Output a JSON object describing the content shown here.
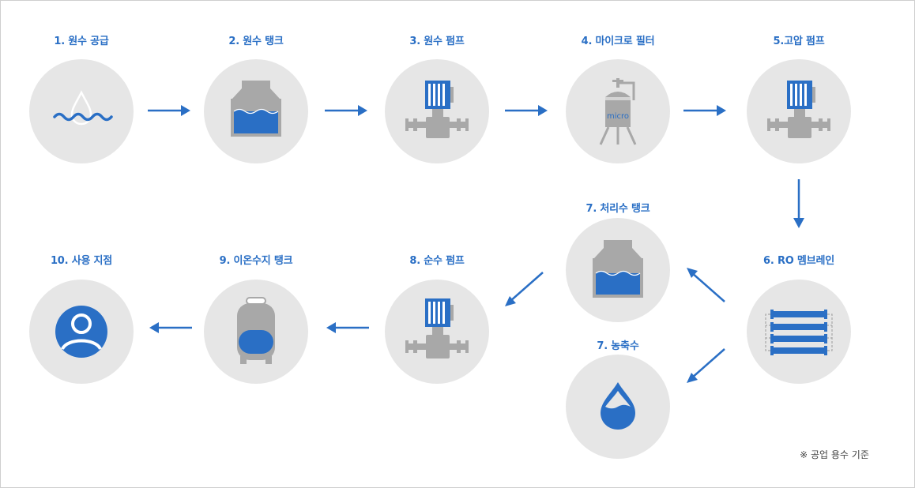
{
  "diagram": {
    "steps": [
      {
        "id": "s1",
        "label": "1. 원수 공급",
        "icon": "water-drop-icon"
      },
      {
        "id": "s2",
        "label": "2. 원수 탱크",
        "icon": "tank-icon"
      },
      {
        "id": "s3",
        "label": "3. 원수 펌프",
        "icon": "pump-icon"
      },
      {
        "id": "s4",
        "label": "4. 마이크로 필터",
        "icon": "micro-filter-icon",
        "icon_text": "micro"
      },
      {
        "id": "s5",
        "label": "5.고압 펌프",
        "icon": "pump-icon"
      },
      {
        "id": "s6",
        "label": "6. RO 멤브레인",
        "icon": "membrane-icon"
      },
      {
        "id": "s7a",
        "label": "7. 처리수 탱크",
        "icon": "tank-icon"
      },
      {
        "id": "s7b",
        "label": "7. 농축수",
        "icon": "drop-icon"
      },
      {
        "id": "s8",
        "label": "8. 순수 펌프",
        "icon": "pump-icon"
      },
      {
        "id": "s9",
        "label": "9. 이온수지 탱크",
        "icon": "resin-tank-icon"
      },
      {
        "id": "s10",
        "label": "10. 사용 지점",
        "icon": "user-icon"
      }
    ],
    "note": "※ 공업 용수 기준"
  },
  "colors": {
    "accent": "#2a6fc5",
    "circle_fill": "#e6e6e6",
    "equipment_gray": "#a8a8a8",
    "icon_white": "#ffffff"
  }
}
